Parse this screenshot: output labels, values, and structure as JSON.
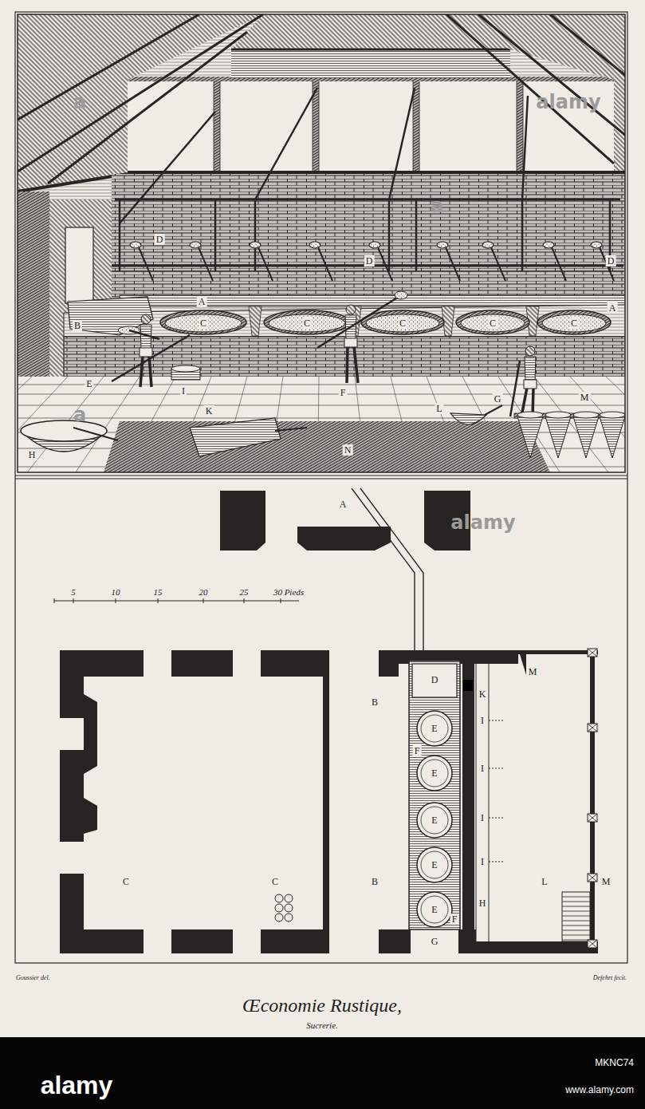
{
  "diagram": {
    "title": "Œconomie Rustique,",
    "caption": "Sucrerie.",
    "labels": [
      "a",
      "alamy",
      "a",
      "D",
      "D",
      "D",
      "A",
      "A",
      "B",
      "C",
      "C",
      "C",
      "C",
      "C",
      "E",
      "I",
      "F",
      "G",
      "M",
      "a",
      "K",
      "L",
      "N",
      "H",
      "A",
      "alamy",
      "5",
      "10",
      "15",
      "20",
      "25",
      "30 Pieds",
      "M",
      "D",
      "K",
      "B",
      "I",
      "E",
      "F",
      "I",
      "E",
      "I",
      "E",
      "I",
      "E",
      "C",
      "C",
      "B",
      "L",
      "M",
      "H",
      "E",
      "F",
      "G",
      "Goussier del.",
      "Defehrt fecit.",
      "MKNC74",
      "alamy",
      "www.alamy.com"
    ]
  }
}
